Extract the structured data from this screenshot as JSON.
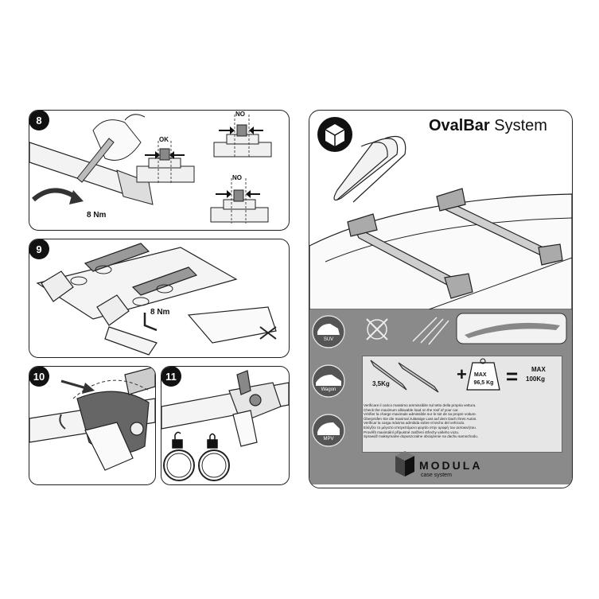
{
  "steps": {
    "s8": {
      "num": "8",
      "torque": "8 Nm",
      "ok": "OK",
      "no1": "NO",
      "no2": "NO"
    },
    "s9": {
      "num": "9",
      "torque": "8 Nm"
    },
    "s10": {
      "num": "10"
    },
    "s11": {
      "num": "11"
    }
  },
  "product": {
    "title_bold": "OvalBar",
    "title_rest": " System",
    "vehicle_labels": {
      "suv": "SUV",
      "wagon": "Wagon",
      "mpv": "MPV"
    },
    "load": {
      "bar_weight": "3,5Kg",
      "max_label": "MAX",
      "max_load": "96,5 Kg",
      "total_label": "MAX",
      "total_load": "100Kg",
      "plus": "+",
      "equals": "="
    },
    "warnings": [
      "Verificare il carico massimo ammissibile sul tetto della propria vettura.",
      "Check the maximum allowable load on the roof of your car.",
      "Vérifier la charge maximale admissible sur le toit de sa propre voiture.",
      "Überprüfen Sie die maximal zulässige Last auf dem Dach Ihres Autos.",
      "Verificar la carga máxima admitida sobre el techo del vehículo.",
      "Ελέγξτε το μέγιστο επιτρεπόμενο φορτίο στην οροφή του αυτοκινήτου.",
      "Prověřit maximální přípustné zatížení střechy vašeho vozu.",
      "Sprawdź maksymalne dopuszczalne obciążenie na dachu samochodu."
    ],
    "brand": "MODULA",
    "brand_sub": "case system"
  }
}
